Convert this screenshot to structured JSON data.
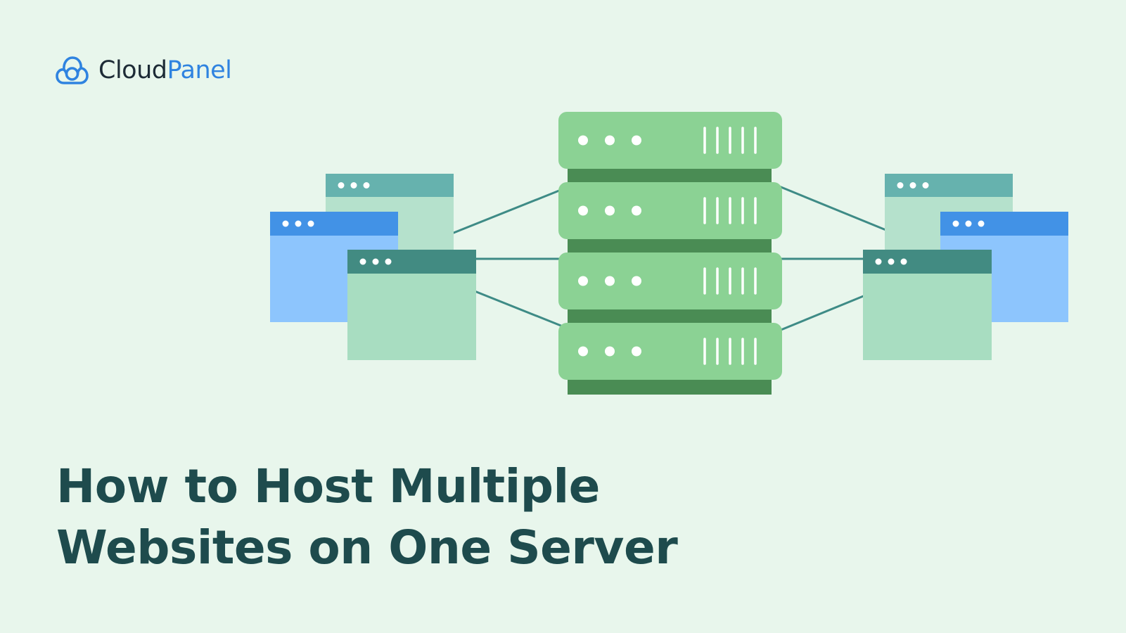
{
  "brand": {
    "name_part_1": "Cloud",
    "name_part_2": "Panel",
    "icon": "cloud-logo-icon",
    "accent_color": "#2f83e0"
  },
  "illustration": {
    "server": {
      "icon": "server-rack-icon",
      "units": 4,
      "color": "#8bd294",
      "base_color": "#4a8c54"
    },
    "browser_windows": {
      "icon": "browser-window-icon",
      "per_side": 3,
      "colors": [
        "#66b2ae",
        "#4292e6",
        "#428b82"
      ]
    },
    "connector_color": "#3e8b86"
  },
  "headline": {
    "line_1": "How to Host Multiple",
    "line_2": "Websites on One Server",
    "color": "#1e4b4d"
  }
}
